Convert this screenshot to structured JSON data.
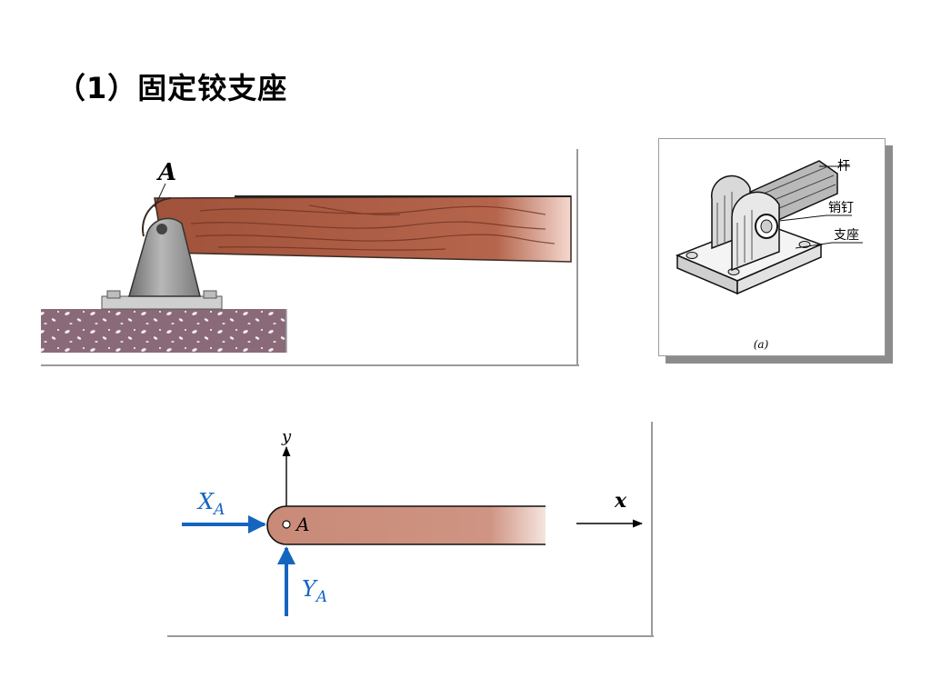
{
  "slide": {
    "title": "（1）固定铰支座"
  },
  "figure1": {
    "pin_label": "A"
  },
  "figure2": {
    "label_rod": "杆",
    "label_pin": "销钉",
    "label_support": "支座",
    "caption": "(a)"
  },
  "figure3": {
    "axis_y": "y",
    "axis_x": "x",
    "point_label": "A",
    "force_x": {
      "symbol": "X",
      "subscript": "A"
    },
    "force_y": {
      "symbol": "Y",
      "subscript": "A"
    },
    "force_color": "#1565c0"
  }
}
